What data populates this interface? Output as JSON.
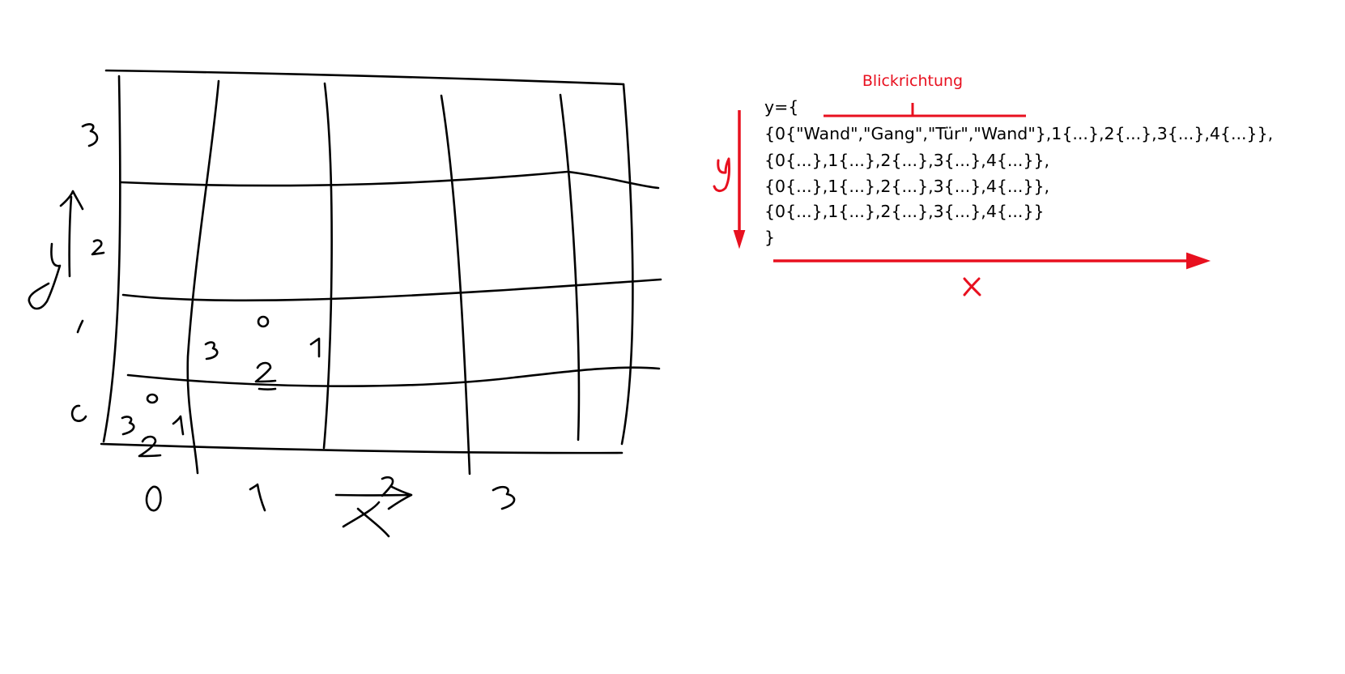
{
  "colors": {
    "ink": "#000000",
    "accent": "#e8101f",
    "background": "#ffffff"
  },
  "sketch": {
    "x_axis": {
      "letter": "x",
      "tick_labels": [
        "0",
        "1",
        "2",
        "3"
      ]
    },
    "y_axis": {
      "letter": "y",
      "tick_labels": [
        "0",
        "1",
        "2",
        "3"
      ]
    },
    "cell_0_0_directions": [
      "0",
      "1",
      "2",
      "3"
    ],
    "cell_1_1_directions": [
      "0",
      "1",
      "2",
      "3"
    ]
  },
  "code": {
    "lines": [
      "y={",
      "{0{\"Wand\",\"Gang\",\"Tür\",\"Wand\"},1{...},2{...},3{...},4{...}},",
      "{0{...},1{...},2{...},3{...},4{...}},",
      "{0{...},1{...},2{...},3{...},4{...}},",
      "{0{...},1{...},2{...},3{...},4{...}}",
      "}"
    ],
    "brace_label": "Blickrichtung",
    "y_arrow_label": "y",
    "x_arrow_label": "x"
  }
}
